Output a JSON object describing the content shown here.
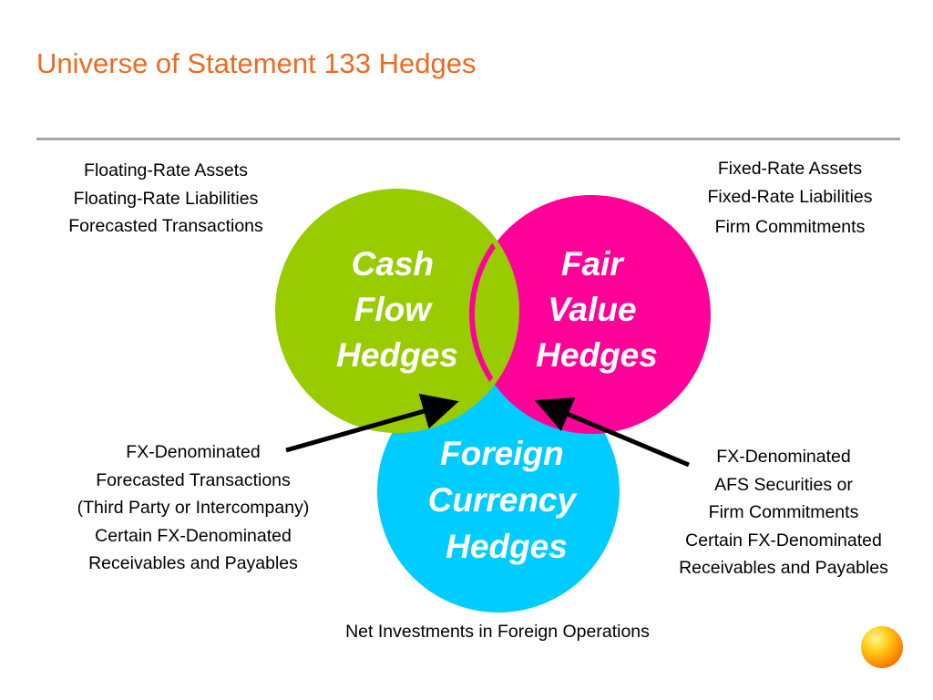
{
  "slide": {
    "title": "Universe of Statement 133 Hedges"
  },
  "circles": {
    "cash_flow": {
      "label_lines": [
        "Cash",
        "Flow",
        "Hedges"
      ],
      "color": "#99cc00"
    },
    "fair_value": {
      "label_lines": [
        "Fair",
        "Value",
        "Hedges"
      ],
      "color": "#ff0099"
    },
    "foreign_currency": {
      "label_lines": [
        "Foreign",
        "Currency",
        "Hedges"
      ],
      "color": "#00ccff"
    }
  },
  "annotations": {
    "cash_flow_items": [
      "Floating-Rate Assets",
      "Floating-Rate Liabilities",
      "Forecasted Transactions"
    ],
    "fair_value_items": [
      "Fixed-Rate Assets",
      "Fixed-Rate Liabilities",
      "Firm Commitments"
    ],
    "cash_flow_fx_items": [
      "FX-Denominated",
      "Forecasted Transactions",
      "(Third Party or Intercompany)",
      "Certain FX-Denominated",
      "Receivables and Payables"
    ],
    "fair_value_fx_items": [
      "FX-Denominated",
      "AFS Securities or",
      "Firm Commitments",
      "Certain FX-Denominated",
      "Receivables and Payables"
    ],
    "net_investments": "Net Investments in Foreign Operations"
  },
  "colors": {
    "title": "#ee6a1f",
    "rule": "#a6a6a6",
    "arrow": "#000000"
  },
  "icons": {
    "corner_decoration": "sun-ball-icon"
  }
}
